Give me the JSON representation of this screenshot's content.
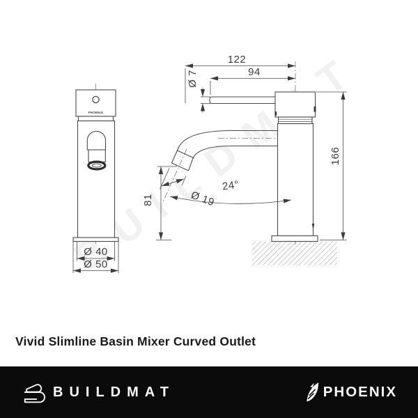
{
  "title": "Vivid Slimline Basin Mixer Curved Outlet",
  "watermark_text": "BUILDMAT",
  "drawing": {
    "head_brand_label": "PHOENIX",
    "dim_spout_reach": "122",
    "dim_lever_length": "94",
    "dim_lever_diameter": "Ø 7",
    "dim_total_height": "166",
    "dim_outlet_height": "81",
    "dim_outlet_angle": "24°",
    "dim_outlet_diameter": "Ø 19",
    "dim_body_diameter": "Ø 40",
    "dim_base_diameter": "Ø 50"
  },
  "footer": {
    "buildmat_brand": "BUILDMAT",
    "phoenix_brand": "PHOENIX"
  },
  "colors": {
    "line": "#4a4a4a",
    "background": "#ffffff",
    "footer_bar": "#0b0b0b",
    "footer_text": "#fafafa",
    "watermark": "rgba(0,0,0,0.055)"
  }
}
